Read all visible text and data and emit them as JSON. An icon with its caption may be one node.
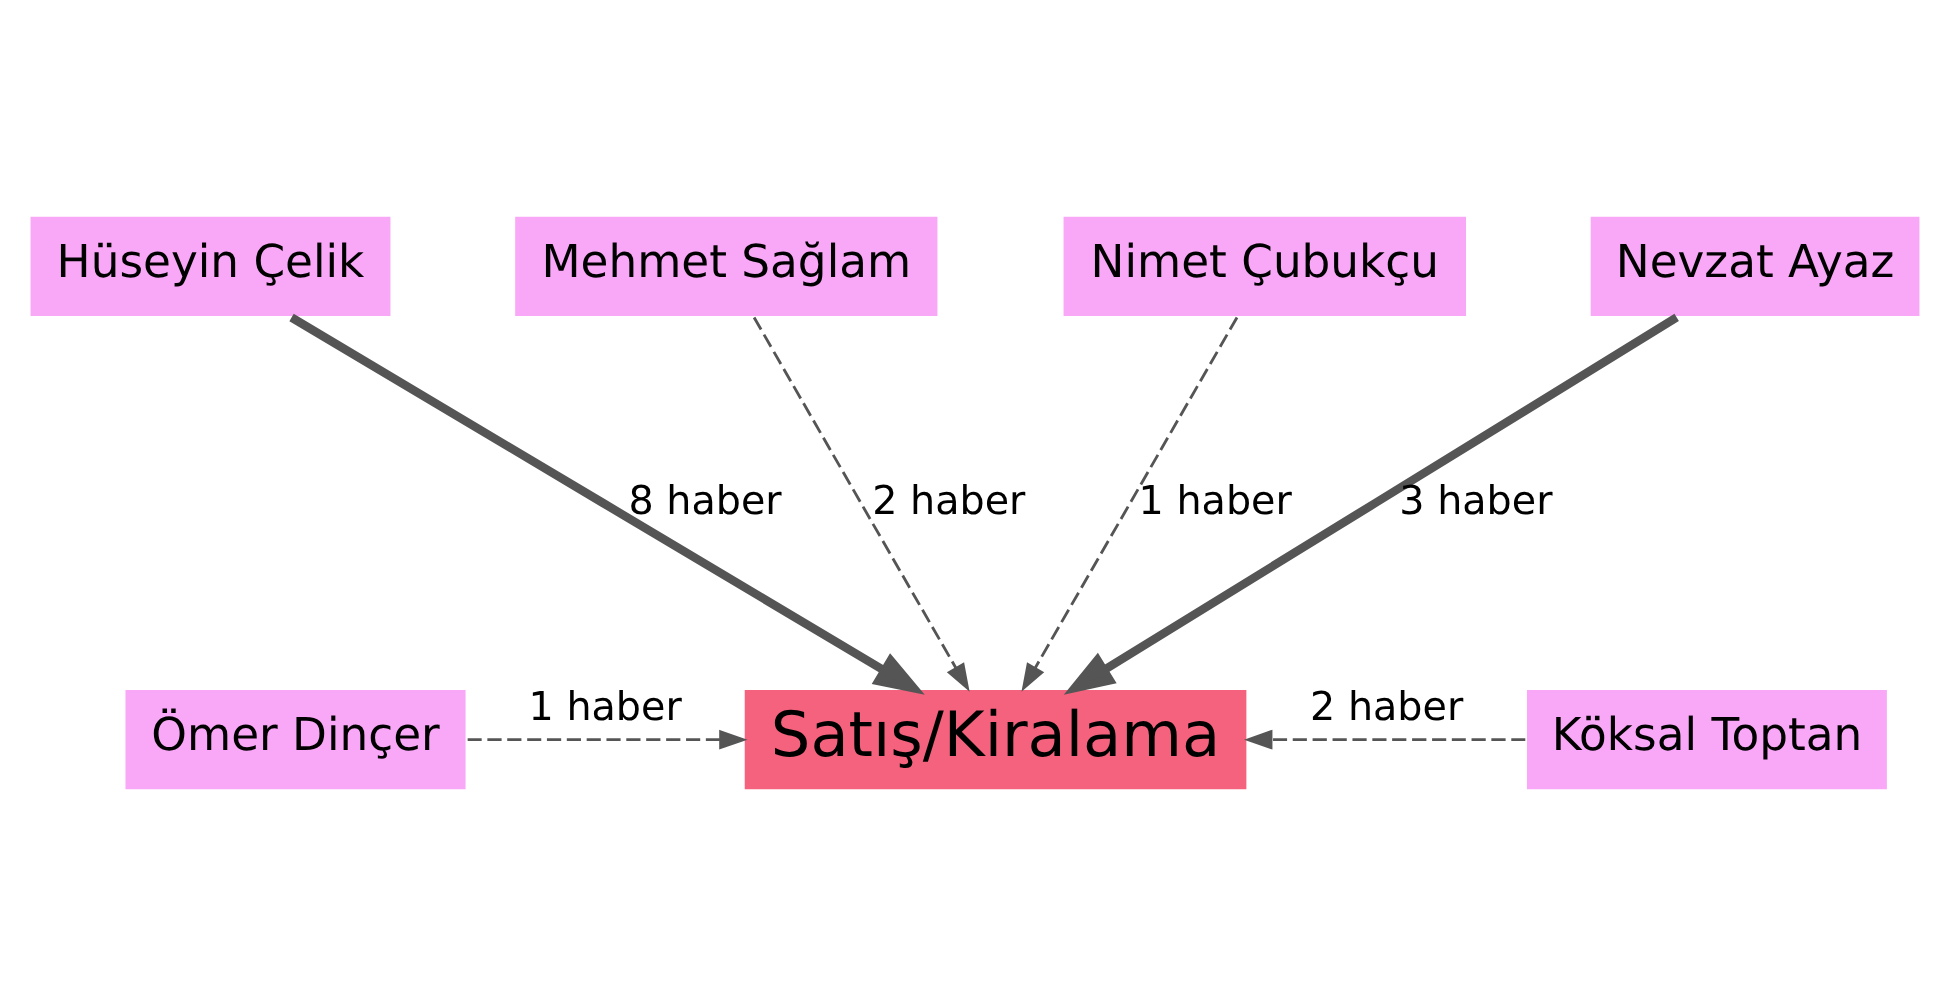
{
  "diagram": {
    "nodes": [
      {
        "text": [
          "Hüseyin Çelik"
        ]
      },
      {
        "text": [
          "Mehmet Sağlam"
        ]
      },
      {
        "text": [
          "Nimet Çubukçu"
        ]
      },
      {
        "text": [
          "Nevzat Ayaz"
        ]
      },
      {
        "text": [
          "Ömer Dinçer"
        ]
      },
      {
        "text": [
          "Satış/Kiralama"
        ]
      },
      {
        "text": [
          "Köksal Toptan"
        ]
      }
    ],
    "edges": [
      {
        "from": 0,
        "to": 5,
        "arrow": "to",
        "label": "8 haber",
        "style": "thick"
      },
      {
        "from": 1,
        "to": 5,
        "arrow": "to",
        "label": "2 haber",
        "style": "dashed"
      },
      {
        "from": 2,
        "to": 5,
        "arrow": "to",
        "label": "1 haber",
        "style": "dashed"
      },
      {
        "from": 3,
        "to": 5,
        "arrow": "to",
        "label": "3 haber",
        "style": "thick"
      },
      {
        "from": 4,
        "to": 5,
        "arrow": "to",
        "label": "1 haber",
        "style": "dashed"
      },
      {
        "from": 6,
        "to": 5,
        "arrow": "to",
        "label": "2 haber",
        "style": "dashed"
      }
    ]
  }
}
